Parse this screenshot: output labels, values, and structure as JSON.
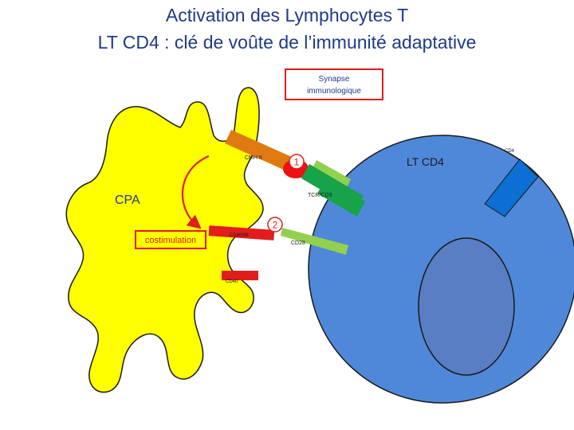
{
  "title": {
    "line1": "Activation des Lymphocytes T",
    "line2": "LT CD4 : clé de voûte de l’immunité adaptative"
  },
  "labels": {
    "synapse": [
      "Synapse",
      "immunologique"
    ],
    "lt_cd4": "LT CD4",
    "cd4": "CD4",
    "cpa": "CPA",
    "cmh2": "CMH II",
    "tcr": "TCR/CD3",
    "cd80": "CD80/86",
    "cd28": "CD28",
    "cd40": "CD40",
    "costimulation": "costimulation",
    "step1": "1",
    "step2": "2"
  },
  "colors": {
    "title": "#1f3a8a",
    "cpa_fill": "#ffff00",
    "lt_fill": "#4f88d9",
    "nucleus_fill": "#5a7ec4",
    "cmh": "#e07a10",
    "antigen": "#ee1111",
    "tcr": "#16a34a",
    "light_green": "#92d050",
    "cd4": "#0b6fd4",
    "red_box": "#e11d1d"
  }
}
